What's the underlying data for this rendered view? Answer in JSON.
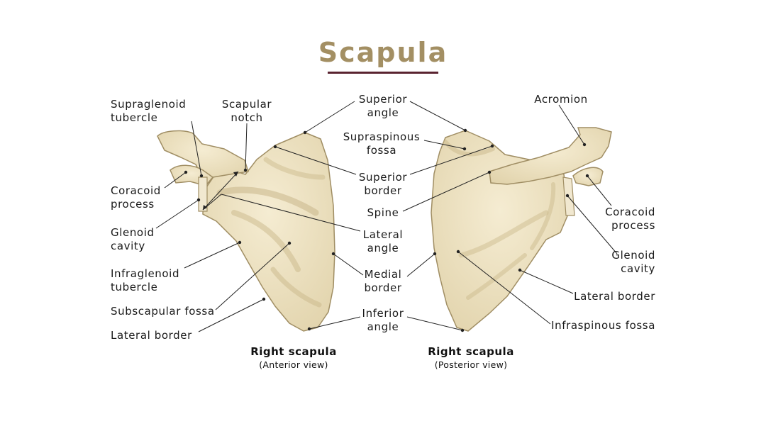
{
  "title": "Scapula",
  "colors": {
    "title": "#a38f63",
    "rule": "#5a2330",
    "bone_fill": "#efe4c2",
    "bone_shade": "#d3c296",
    "bone_edge": "#a08e64",
    "leader": "#222222"
  },
  "views": {
    "anterior": {
      "title": "Right scapula",
      "subtitle": "(Anterior view)"
    },
    "posterior": {
      "title": "Right scapula",
      "subtitle": "(Posterior view)"
    }
  },
  "labels": {
    "supraglenoid_tubercle": [
      "Supraglenoid",
      "tubercle"
    ],
    "scapular_notch": [
      "Scapular",
      "notch"
    ],
    "coracoid_process_left": [
      "Coracoid",
      "process"
    ],
    "glenoid_cavity_left": [
      "Glenoid",
      "cavity"
    ],
    "infraglenoid_tubercle": [
      "Infraglenoid",
      "tubercle"
    ],
    "subscapular_fossa": [
      "Subscapular fossa"
    ],
    "lateral_border_left": [
      "Lateral border"
    ],
    "superior_angle": [
      "Superior",
      "angle"
    ],
    "supraspinous_fossa": [
      "Supraspinous",
      "fossa"
    ],
    "superior_border": [
      "Superior",
      "border"
    ],
    "spine": [
      "Spine"
    ],
    "lateral_angle": [
      "Lateral",
      "angle"
    ],
    "medial_border": [
      "Medial",
      "border"
    ],
    "inferior_angle": [
      "Inferior",
      "angle"
    ],
    "acromion": [
      "Acromion"
    ],
    "coracoid_process_right": [
      "Coracoid",
      "process"
    ],
    "glenoid_cavity_right": [
      "Glenoid",
      "cavity"
    ],
    "lateral_border_right": [
      "Lateral border"
    ],
    "infraspinous_fossa": [
      "Infraspinous fossa"
    ]
  }
}
